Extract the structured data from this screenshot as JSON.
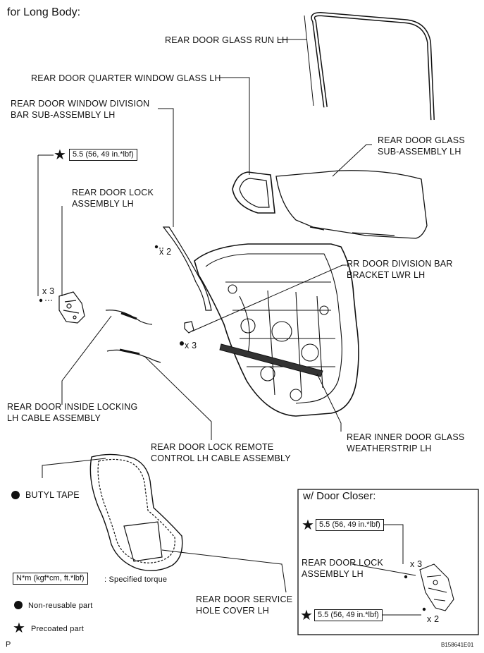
{
  "header": {
    "title": "for Long Body:"
  },
  "labels": {
    "glass_run": "REAR DOOR GLASS RUN LH",
    "quarter_glass": "REAR DOOR QUARTER WINDOW GLASS LH",
    "division_bar_1": "REAR DOOR WINDOW DIVISION",
    "division_bar_2": "BAR SUB-ASSEMBLY LH",
    "glass_sub_1": "REAR DOOR GLASS",
    "glass_sub_2": "SUB-ASSEMBLY LH",
    "lock_1": "REAR DOOR LOCK",
    "lock_2": "ASSEMBLY LH",
    "div_bracket_1": "RR DOOR DIVISION BAR",
    "div_bracket_2": "BRACKET LWR LH",
    "inside_cable_1": "REAR DOOR INSIDE LOCKING",
    "inside_cable_2": "LH CABLE ASSEMBLY",
    "remote_cable_1": "REAR DOOR LOCK REMOTE",
    "remote_cable_2": "CONTROL LH CABLE ASSEMBLY",
    "weatherstrip_1": "REAR INNER DOOR GLASS",
    "weatherstrip_2": "WEATHERSTRIP LH",
    "butyl_tape": "BUTYL TAPE",
    "service_cover_1": "REAR DOOR SERVICE",
    "service_cover_2": "HOLE COVER LH"
  },
  "quantities": {
    "x2": "x 2",
    "x3": "x 3"
  },
  "torque": {
    "value": "5.5 (56, 49 in.*lbf)"
  },
  "legend": {
    "units_box": "N*m (kgf*cm, ft.*lbf)",
    "units_text": ": Specified torque",
    "non_reusable": "Non-reusable part",
    "precoated": "Precoated part"
  },
  "door_closer": {
    "title": "w/ Door Closer:",
    "lock_1": "REAR DOOR LOCK",
    "lock_2": "ASSEMBLY LH"
  },
  "footer": {
    "left": "P",
    "right": "B158641E01"
  },
  "icons": {
    "star": "star-icon",
    "dot": "filled-circle-icon"
  }
}
